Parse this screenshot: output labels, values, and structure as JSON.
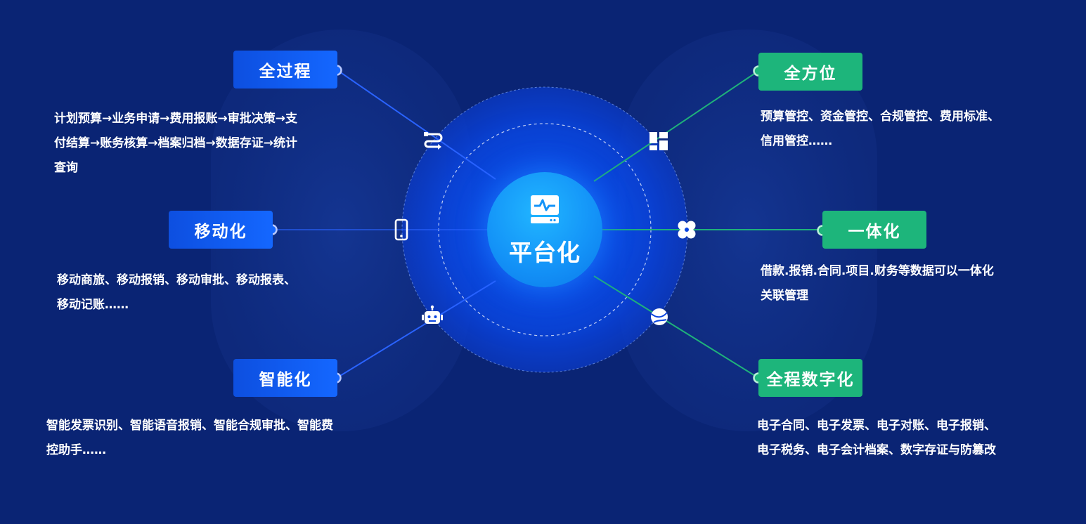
{
  "center": {
    "title": "平台化",
    "icon": "server-monitor-icon"
  },
  "colors": {
    "background": "#0a2474",
    "blue_tag": "#1467ff",
    "green_tag": "#1db57b",
    "blue_line": "#2a63ff",
    "green_line": "#1fb27a"
  },
  "features": [
    {
      "id": "full-process",
      "label": "全过程",
      "color": "blue",
      "icon": "workflow-icon",
      "description": [
        "计划预算→业务申请→费用报账→审批决策→支",
        "付结算→账务核算→档案归档→数据存证→统计",
        "查询"
      ]
    },
    {
      "id": "mobile",
      "label": "移动化",
      "color": "blue",
      "icon": "mobile-phone-icon",
      "description": [
        "移动商旅、移动报销、移动审批、移动报表、",
        "移动记账……"
      ]
    },
    {
      "id": "intelligent",
      "label": "智能化",
      "color": "blue",
      "icon": "robot-icon",
      "description": [
        "智能发票识别、智能语音报销、智能合规审批、智能费",
        "控助手……"
      ]
    },
    {
      "id": "all-round",
      "label": "全方位",
      "color": "green",
      "icon": "dashboard-grid-icon",
      "description": [
        "预算管控、资金管控、合规管控、费用标准、",
        "信用管控……"
      ]
    },
    {
      "id": "integrated",
      "label": "一体化",
      "color": "green",
      "icon": "clover-icon",
      "description": [
        "借款.报销.合同.项目.财务等数据可以一体化",
        "关联管理"
      ]
    },
    {
      "id": "digital",
      "label": "全程数字化",
      "color": "green",
      "icon": "globe-icon",
      "description": [
        "电子合同、电子发票、电子对账、电子报销、",
        "电子税务、电子会计档案、数字存证与防篡改"
      ]
    }
  ]
}
